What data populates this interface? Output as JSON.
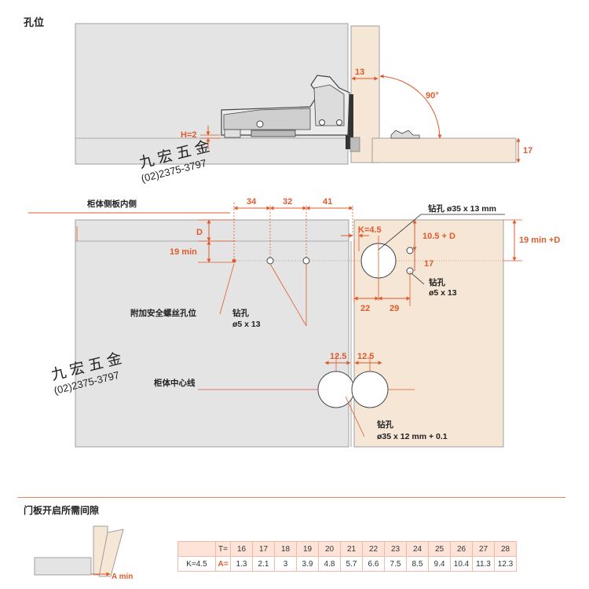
{
  "titles": {
    "hole_position": "孔位",
    "door_gap": "门板开启所需间隙"
  },
  "watermark": {
    "brand": "九 宏 五 金",
    "phone": "(02)2375-3797"
  },
  "top_view": {
    "dim_13": "13",
    "dim_90": "90°",
    "dim_h2": "H=2",
    "dim_17": "17"
  },
  "front_view": {
    "inner_side": "柜体侧板内侧",
    "dim_34": "34",
    "dim_32": "32",
    "dim_41": "41",
    "dim_d": "D",
    "dim_19min": "19 min",
    "dim_k45": "K=4.5",
    "drill_35_13": "钻孔 ø35 x 13 mm",
    "dim_105d": "10.5 + D",
    "dim_19mind": "19 min +D",
    "dim_17": "17",
    "drill_label": "钻孔",
    "drill_5_13": "ø5 x 13",
    "dim_22": "22",
    "dim_29": "29",
    "safety_screw": "附加安全螺丝孔位",
    "drill_label_2": "钻孔",
    "drill_5_13_2": "ø5 x 13",
    "dim_125a": "12.5",
    "dim_125b": "12.5",
    "center_line": "柜体中心线",
    "drill_label_3": "钻孔",
    "drill_35_12": "ø35 x 12 mm + 0.1"
  },
  "gap_view": {
    "a_min": "A min"
  },
  "gap_table": {
    "t_label": "T=",
    "k_label": "K=4.5",
    "a_label": "A=",
    "t_values": [
      "16",
      "17",
      "18",
      "19",
      "20",
      "21",
      "22",
      "23",
      "24",
      "25",
      "26",
      "27",
      "28"
    ],
    "a_values": [
      "1.3",
      "2.1",
      "3",
      "3.9",
      "4.8",
      "5.7",
      "6.6",
      "7.5",
      "8.5",
      "9.4",
      "10.4",
      "11.3",
      "12.3"
    ]
  },
  "colors": {
    "accent": "#e05a2b",
    "cabinet": "#e5e5e5",
    "door": "#f5e6d6"
  }
}
